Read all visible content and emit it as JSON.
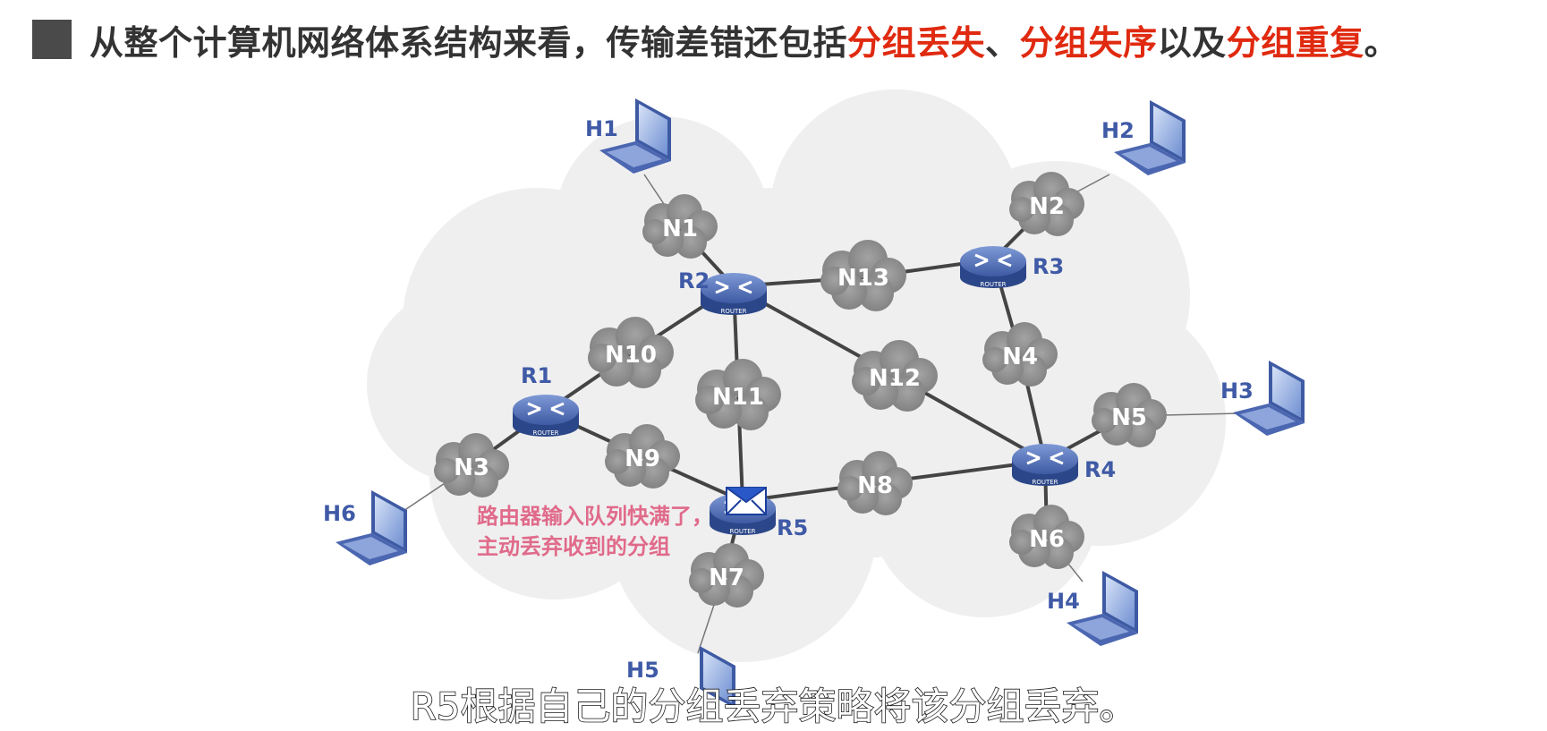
{
  "header": {
    "prefix": "从整个计算机网络体系结构来看，传输差错还包括",
    "loss": "分组丢失",
    "sep1": "、",
    "order": "分组失序",
    "sep2": "以及",
    "dup": "分组重复",
    "end": "。"
  },
  "diagram": {
    "networks": [
      "N1",
      "N2",
      "N3",
      "N4",
      "N5",
      "N6",
      "N7",
      "N8",
      "N9",
      "N10",
      "N11",
      "N12",
      "N13"
    ],
    "routers": [
      "R1",
      "R2",
      "R3",
      "R4",
      "R5"
    ],
    "hosts": [
      "H1",
      "H2",
      "H3",
      "H4",
      "H5",
      "H6"
    ],
    "router_badge": "ROUTER",
    "annotation_line1": "路由器输入队列快满了，",
    "annotation_line2": "主动丢弃收到的分组"
  },
  "subtitle": "R5根据自己的分组丢弃策略将该分组丢弃。",
  "colors": {
    "accent_red": "#e02a10",
    "router_blue": "#3f5aa6",
    "cloud_gray": "#8d8d8d",
    "annotation_pink": "#e06a8a"
  }
}
